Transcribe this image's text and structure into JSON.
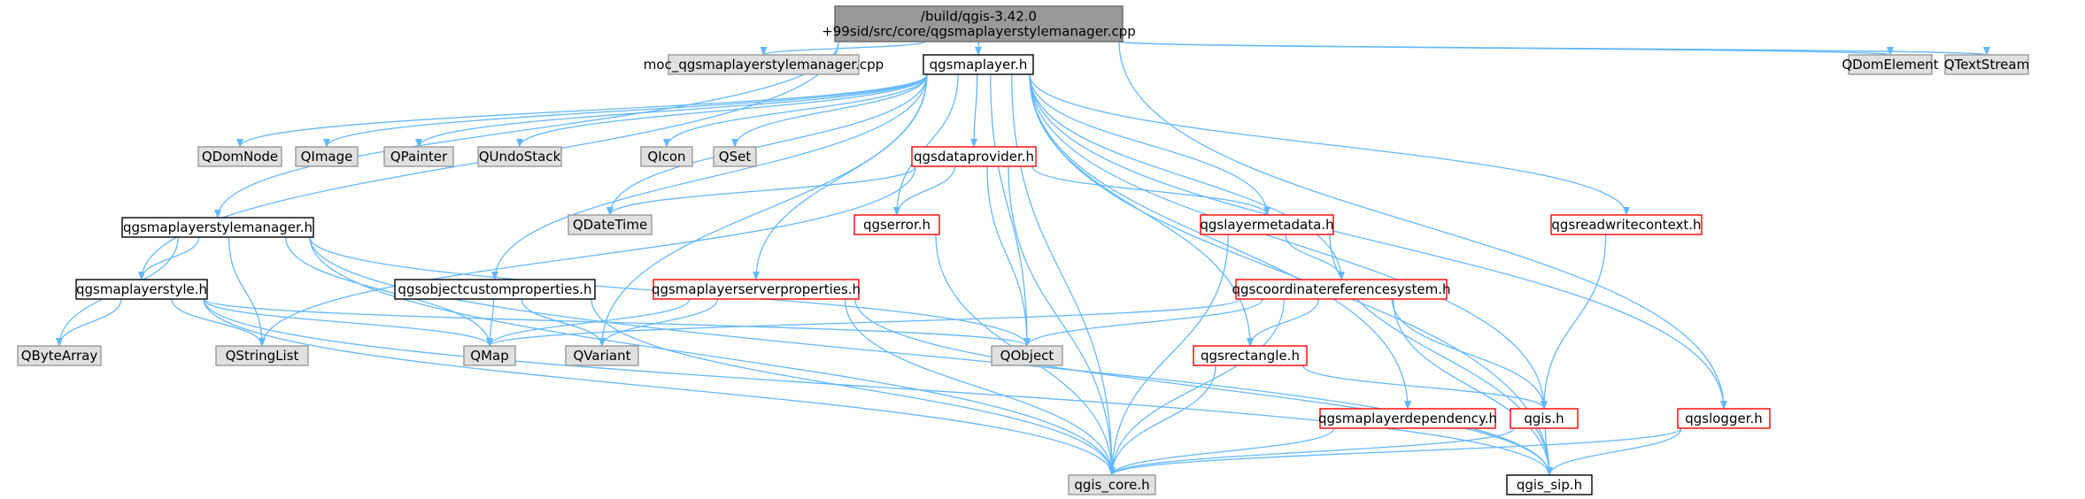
{
  "colors": {
    "root_fill": "#999999",
    "root_stroke": "#666666",
    "gray_fill": "#e0e0e0",
    "gray_stroke": "#999999",
    "white_fill": "#ffffff",
    "black_stroke": "#000000",
    "red_stroke": "#ff0000",
    "edge": "#63b8ff"
  },
  "nodes": [
    {
      "id": "root",
      "lines": [
        "/build/qgis-3.42.0",
        "+99sid/src/core/qgsmaplayerstylemanager.cpp"
      ],
      "style": "root"
    },
    {
      "id": "moc",
      "lines": [
        "moc_qgsmaplayerstylemanager.cpp"
      ],
      "style": "gray"
    },
    {
      "id": "qgsmaplayer",
      "lines": [
        "qgsmaplayer.h"
      ],
      "style": "black"
    },
    {
      "id": "qdomelement",
      "lines": [
        "QDomElement"
      ],
      "style": "gray"
    },
    {
      "id": "qtextstream",
      "lines": [
        "QTextStream"
      ],
      "style": "gray"
    },
    {
      "id": "qdomnode",
      "lines": [
        "QDomNode"
      ],
      "style": "gray"
    },
    {
      "id": "qimage",
      "lines": [
        "QImage"
      ],
      "style": "gray"
    },
    {
      "id": "qpainter",
      "lines": [
        "QPainter"
      ],
      "style": "gray"
    },
    {
      "id": "qundostack",
      "lines": [
        "QUndoStack"
      ],
      "style": "gray"
    },
    {
      "id": "qicon",
      "lines": [
        "QIcon"
      ],
      "style": "gray"
    },
    {
      "id": "qset",
      "lines": [
        "QSet"
      ],
      "style": "gray"
    },
    {
      "id": "qgsdataprovider",
      "lines": [
        "qgsdataprovider.h"
      ],
      "style": "red"
    },
    {
      "id": "qdatetime",
      "lines": [
        "QDateTime"
      ],
      "style": "gray"
    },
    {
      "id": "qgserror",
      "lines": [
        "qgserror.h"
      ],
      "style": "red"
    },
    {
      "id": "qgslayermetadata",
      "lines": [
        "qgslayermetadata.h"
      ],
      "style": "red"
    },
    {
      "id": "qgsreadwritecontext",
      "lines": [
        "qgsreadwritecontext.h"
      ],
      "style": "red"
    },
    {
      "id": "qgsmaplayerstylemanager",
      "lines": [
        "qgsmaplayerstylemanager.h"
      ],
      "style": "black"
    },
    {
      "id": "qgsmaplayerstyle",
      "lines": [
        "qgsmaplayerstyle.h"
      ],
      "style": "black"
    },
    {
      "id": "qgsobjectcustomproperties",
      "lines": [
        "qgsobjectcustomproperties.h"
      ],
      "style": "black"
    },
    {
      "id": "qgsmaplayerserverproperties",
      "lines": [
        "qgsmaplayerserverproperties.h"
      ],
      "style": "red"
    },
    {
      "id": "qgscoordinatereferencesystem",
      "lines": [
        "qgscoordinatereferencesystem.h"
      ],
      "style": "red"
    },
    {
      "id": "qbytearray",
      "lines": [
        "QByteArray"
      ],
      "style": "gray"
    },
    {
      "id": "qstringlist",
      "lines": [
        "QStringList"
      ],
      "style": "gray"
    },
    {
      "id": "qmap",
      "lines": [
        "QMap"
      ],
      "style": "gray"
    },
    {
      "id": "qvariant",
      "lines": [
        "QVariant"
      ],
      "style": "gray"
    },
    {
      "id": "qobject",
      "lines": [
        "QObject"
      ],
      "style": "gray"
    },
    {
      "id": "qgsrectangle",
      "lines": [
        "qgsrectangle.h"
      ],
      "style": "red"
    },
    {
      "id": "qgsmaplayerdependency",
      "lines": [
        "qgsmaplayerdependency.h"
      ],
      "style": "red"
    },
    {
      "id": "qgis",
      "lines": [
        "qgis.h"
      ],
      "style": "red"
    },
    {
      "id": "qgslogger",
      "lines": [
        "qgslogger.h"
      ],
      "style": "red"
    },
    {
      "id": "qgis_core",
      "lines": [
        "qgis_core.h"
      ],
      "style": "gray"
    },
    {
      "id": "qgis_sip",
      "lines": [
        "qgis_sip.h"
      ],
      "style": "white"
    }
  ],
  "edges": [
    [
      "root",
      "moc"
    ],
    [
      "root",
      "qgsmaplayer"
    ],
    [
      "root",
      "qdomelement"
    ],
    [
      "root",
      "qtextstream"
    ],
    [
      "root",
      "qgsmaplayerstylemanager"
    ],
    [
      "root",
      "qgsmaplayerstyle"
    ],
    [
      "root",
      "qgslogger"
    ],
    [
      "qgsmaplayer",
      "qdomnode"
    ],
    [
      "qgsmaplayer",
      "qimage"
    ],
    [
      "qgsmaplayer",
      "qpainter"
    ],
    [
      "qgsmaplayer",
      "qundostack"
    ],
    [
      "qgsmaplayer",
      "qicon"
    ],
    [
      "qgsmaplayer",
      "qset"
    ],
    [
      "qgsmaplayer",
      "qgsdataprovider"
    ],
    [
      "qgsmaplayer",
      "qdatetime"
    ],
    [
      "qgsmaplayer",
      "qgserror"
    ],
    [
      "qgsmaplayer",
      "qgslayermetadata"
    ],
    [
      "qgsmaplayer",
      "qgsreadwritecontext"
    ],
    [
      "qgsmaplayer",
      "qgsobjectcustomproperties"
    ],
    [
      "qgsmaplayer",
      "qgsmaplayerserverproperties"
    ],
    [
      "qgsmaplayer",
      "qgscoordinatereferencesystem"
    ],
    [
      "qgsmaplayer",
      "qvariant"
    ],
    [
      "qgsmaplayer",
      "qobject"
    ],
    [
      "qgsmaplayer",
      "qgsrectangle"
    ],
    [
      "qgsmaplayer",
      "qgsmaplayerdependency"
    ],
    [
      "qgsmaplayer",
      "qgis"
    ],
    [
      "qgsmaplayer",
      "qgslogger"
    ],
    [
      "qgsmaplayer",
      "qgis_core"
    ],
    [
      "qgsmaplayer",
      "qgis_sip"
    ],
    [
      "qgsdataprovider",
      "qdatetime"
    ],
    [
      "qgsdataprovider",
      "qgserror"
    ],
    [
      "qgsdataprovider",
      "qgslayermetadata"
    ],
    [
      "qgsdataprovider",
      "qobject"
    ],
    [
      "qgsdataprovider",
      "qstringlist"
    ],
    [
      "qgsdataprovider",
      "qgis_core"
    ],
    [
      "qgserror",
      "qgis_core"
    ],
    [
      "qgslayermetadata",
      "qgscoordinatereferencesystem"
    ],
    [
      "qgslayermetadata",
      "qgis_core"
    ],
    [
      "qgslayermetadata",
      "qgis_sip"
    ],
    [
      "qgsreadwritecontext",
      "qgis"
    ],
    [
      "qgsmaplayerstylemanager",
      "qgsmaplayerstyle"
    ],
    [
      "qgsmaplayerstylemanager",
      "qbytearray"
    ],
    [
      "qgsmaplayerstylemanager",
      "qstringlist"
    ],
    [
      "qgsmaplayerstylemanager",
      "qmap"
    ],
    [
      "qgsmaplayerstylemanager",
      "qobject"
    ],
    [
      "qgsmaplayerstylemanager",
      "qgis_core"
    ],
    [
      "qgsmaplayerstylemanager",
      "qgis_sip"
    ],
    [
      "qgsmaplayerstyle",
      "qbytearray"
    ],
    [
      "qgsmaplayerstyle",
      "qstringlist"
    ],
    [
      "qgsmaplayerstyle",
      "qmap"
    ],
    [
      "qgsmaplayerstyle",
      "qobject"
    ],
    [
      "qgsmaplayerstyle",
      "qgis_core"
    ],
    [
      "qgsmaplayerstyle",
      "qgis_sip"
    ],
    [
      "qgsobjectcustomproperties",
      "qmap"
    ],
    [
      "qgsobjectcustomproperties",
      "qvariant"
    ],
    [
      "qgsobjectcustomproperties",
      "qgis_core"
    ],
    [
      "qgsmaplayerserverproperties",
      "qmap"
    ],
    [
      "qgsmaplayerserverproperties",
      "qvariant"
    ],
    [
      "qgsmaplayerserverproperties",
      "qgis_core"
    ],
    [
      "qgsmaplayerserverproperties",
      "qgis_sip"
    ],
    [
      "qgscoordinatereferencesystem",
      "qmap"
    ],
    [
      "qgscoordinatereferencesystem",
      "qobject"
    ],
    [
      "qgscoordinatereferencesystem",
      "qgsrectangle"
    ],
    [
      "qgscoordinatereferencesystem",
      "qgis"
    ],
    [
      "qgscoordinatereferencesystem",
      "qgis_core"
    ],
    [
      "qgscoordinatereferencesystem",
      "qgis_sip"
    ],
    [
      "qgsrectangle",
      "qgis"
    ],
    [
      "qgsrectangle",
      "qgis_core"
    ],
    [
      "qgsmaplayerdependency",
      "qgis_core"
    ],
    [
      "qgis",
      "qgis_core"
    ],
    [
      "qgis",
      "qgis_sip"
    ],
    [
      "qgslogger",
      "qgis_core"
    ],
    [
      "qgslogger",
      "qgis_sip"
    ]
  ]
}
